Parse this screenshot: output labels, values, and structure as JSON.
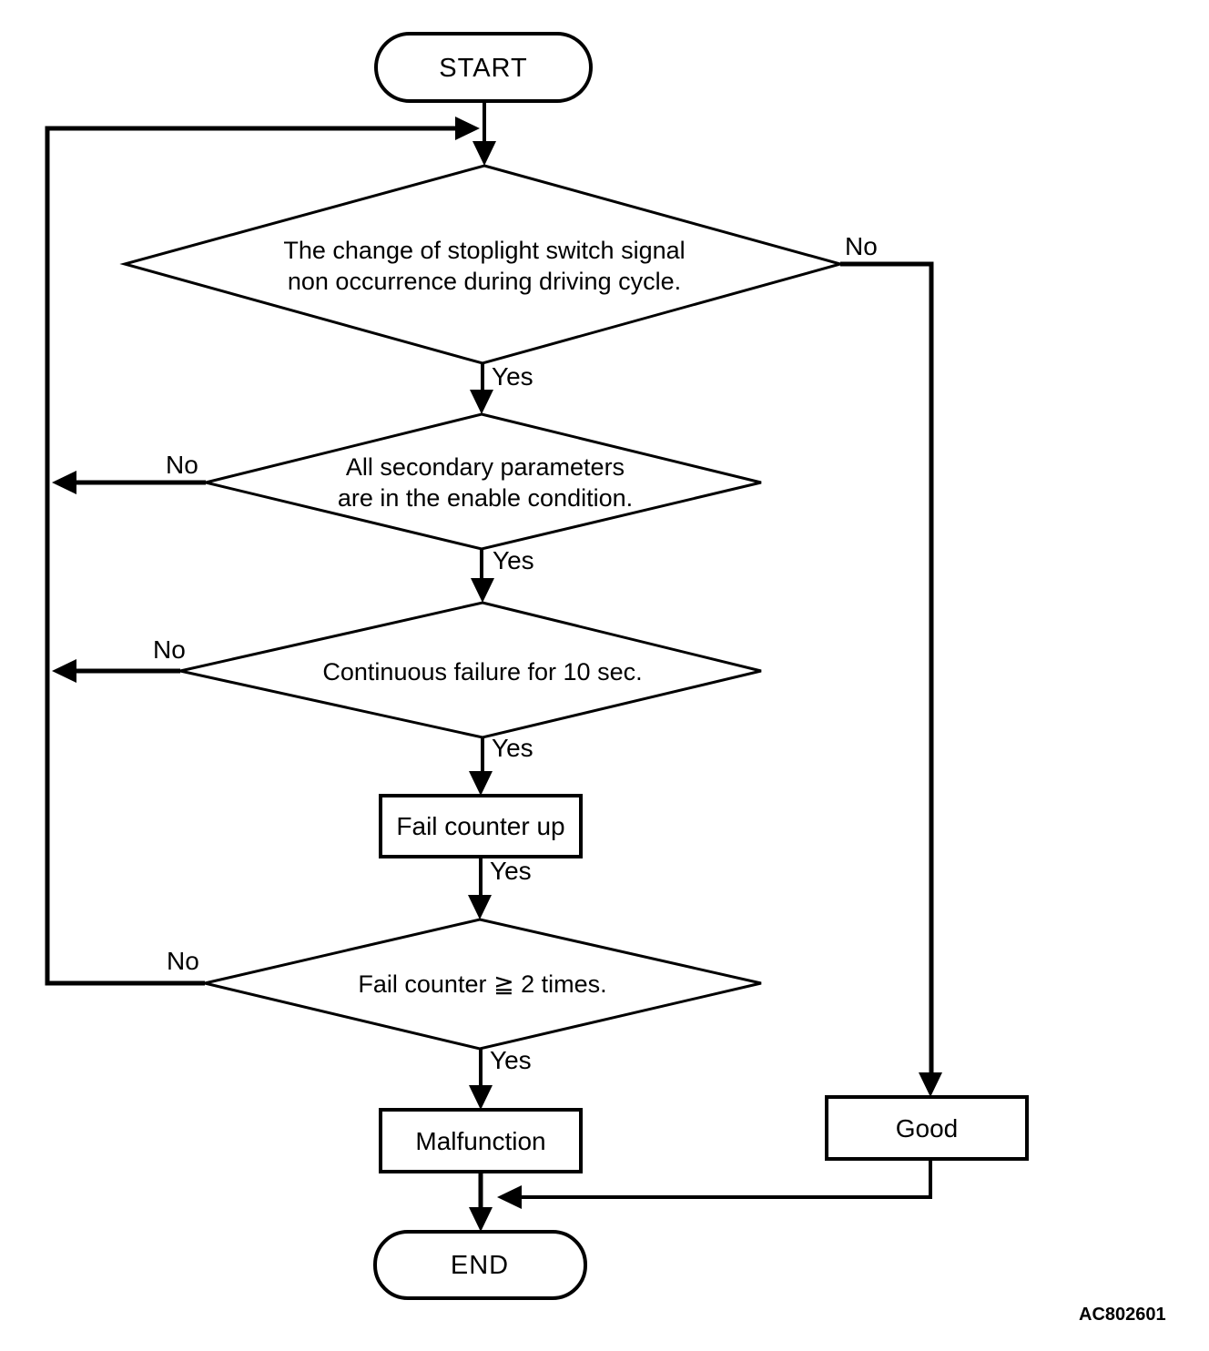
{
  "figure": {
    "code": "AC802601"
  },
  "colors": {
    "ink": "#000000",
    "background": "#ffffff"
  },
  "nodes": {
    "start": {
      "label": "START"
    },
    "decision1": {
      "line1": "The change of stoplight switch signal",
      "line2": "non occurrence during driving cycle.",
      "yes": "Yes",
      "no": "No"
    },
    "decision2": {
      "line1": "All secondary parameters",
      "line2": "are in the enable condition.",
      "yes": "Yes",
      "no": "No"
    },
    "decision3": {
      "label": "Continuous failure for 10 sec.",
      "yes": "Yes",
      "no": "No"
    },
    "fail_counter": {
      "label": "Fail counter up",
      "yes": "Yes"
    },
    "decision4": {
      "label": "Fail counter ≧ 2 times.",
      "yes": "Yes",
      "no": "No"
    },
    "malfunction": {
      "label": "Malfunction"
    },
    "good": {
      "label": "Good"
    },
    "end": {
      "label": "END"
    }
  }
}
